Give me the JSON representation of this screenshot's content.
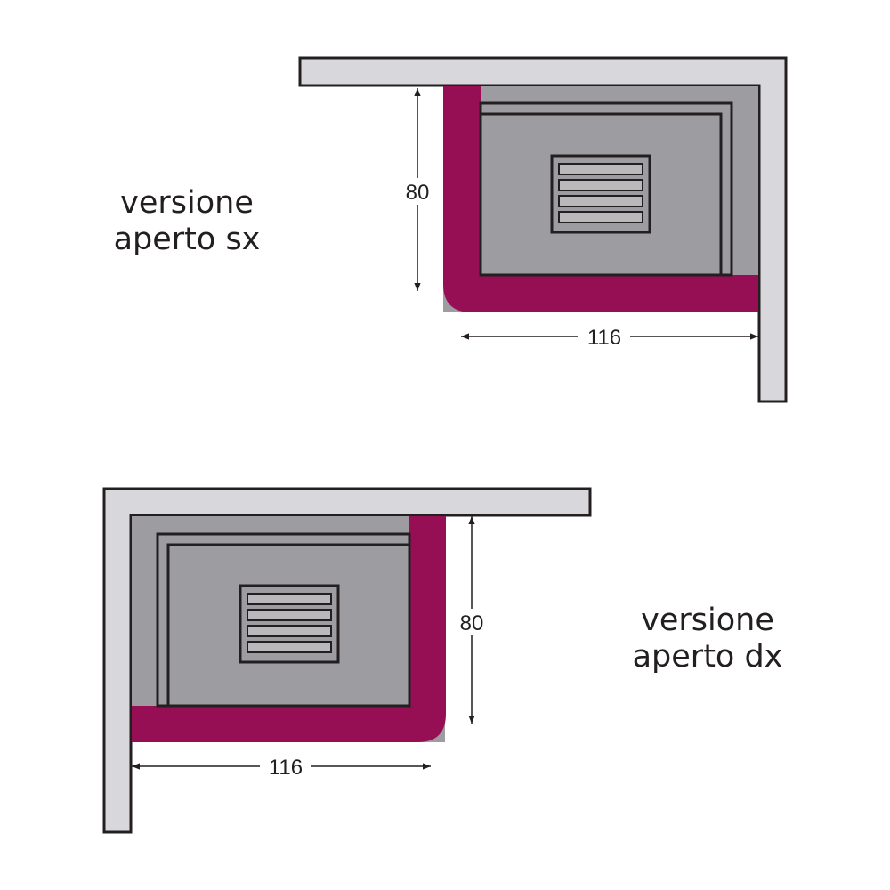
{
  "colors": {
    "wall_fill": "#d8d8dc",
    "wall_stroke": "#231f20",
    "floor": "#9d9ca0",
    "sofa_accent": "#960f54",
    "seat": "#9d9ca0",
    "ink": "#231f20"
  },
  "layouts": [
    {
      "id": "aperto-sx",
      "title_line1": "versione",
      "title_line2": "aperto sx",
      "depth": "80",
      "width": "116"
    },
    {
      "id": "aperto-dx",
      "title_line1": "versione",
      "title_line2": "aperto dx",
      "depth": "80",
      "width": "116"
    }
  ]
}
